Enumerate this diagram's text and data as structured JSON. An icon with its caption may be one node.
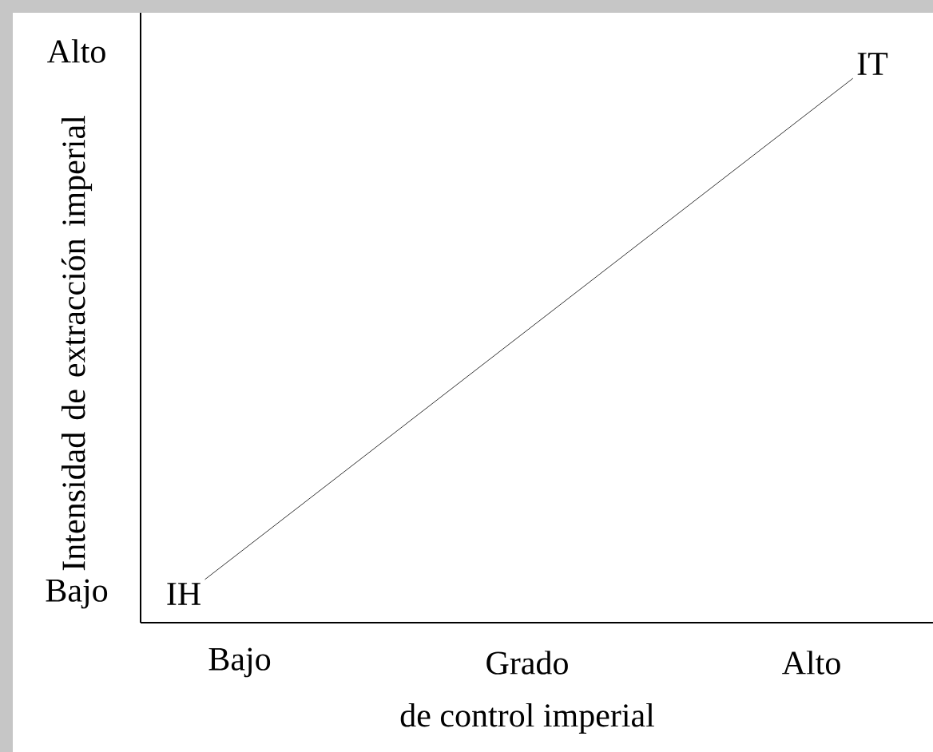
{
  "diagram": {
    "nodes": [
      {
        "text": [
          "IH"
        ]
      },
      {
        "text": [
          "IT"
        ]
      }
    ],
    "edges": [
      {
        "from": 0,
        "to": 1,
        "arrow": "none"
      }
    ],
    "labels": [
      "Alto",
      "Intensidad de extracción imperial",
      "Bajo",
      "Bajo",
      "Grado",
      "Alto",
      "de control imperial"
    ]
  }
}
